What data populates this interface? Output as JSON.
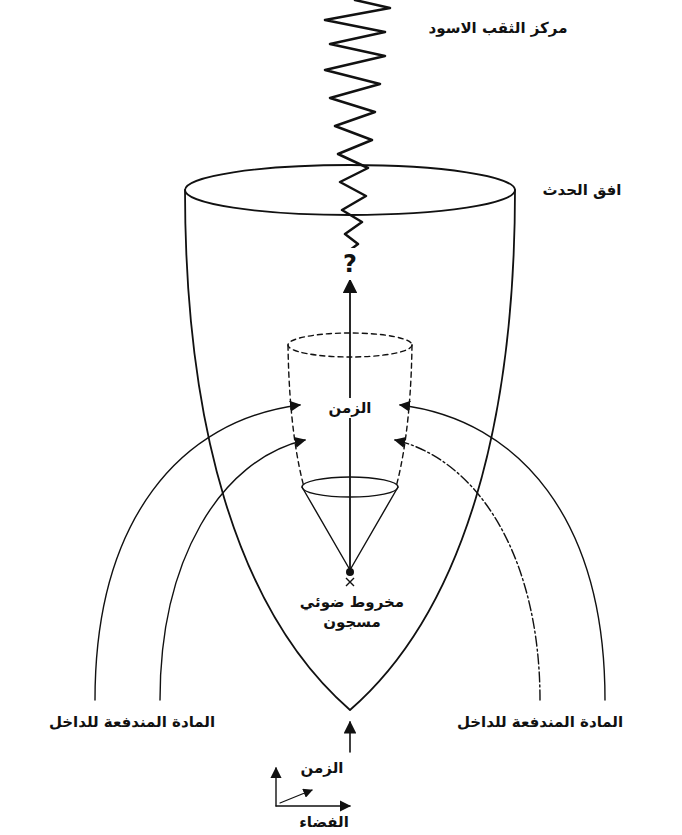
{
  "diagram": {
    "labels": [
      "مركز الثقب الاسود",
      "افق الحدث",
      "?",
      "الزمن",
      "مخروط ضوئي مسجون",
      "المادة المندفعة للداخل",
      "المادة المندفعة للداخل",
      "الزمن",
      "الفضاء"
    ]
  }
}
